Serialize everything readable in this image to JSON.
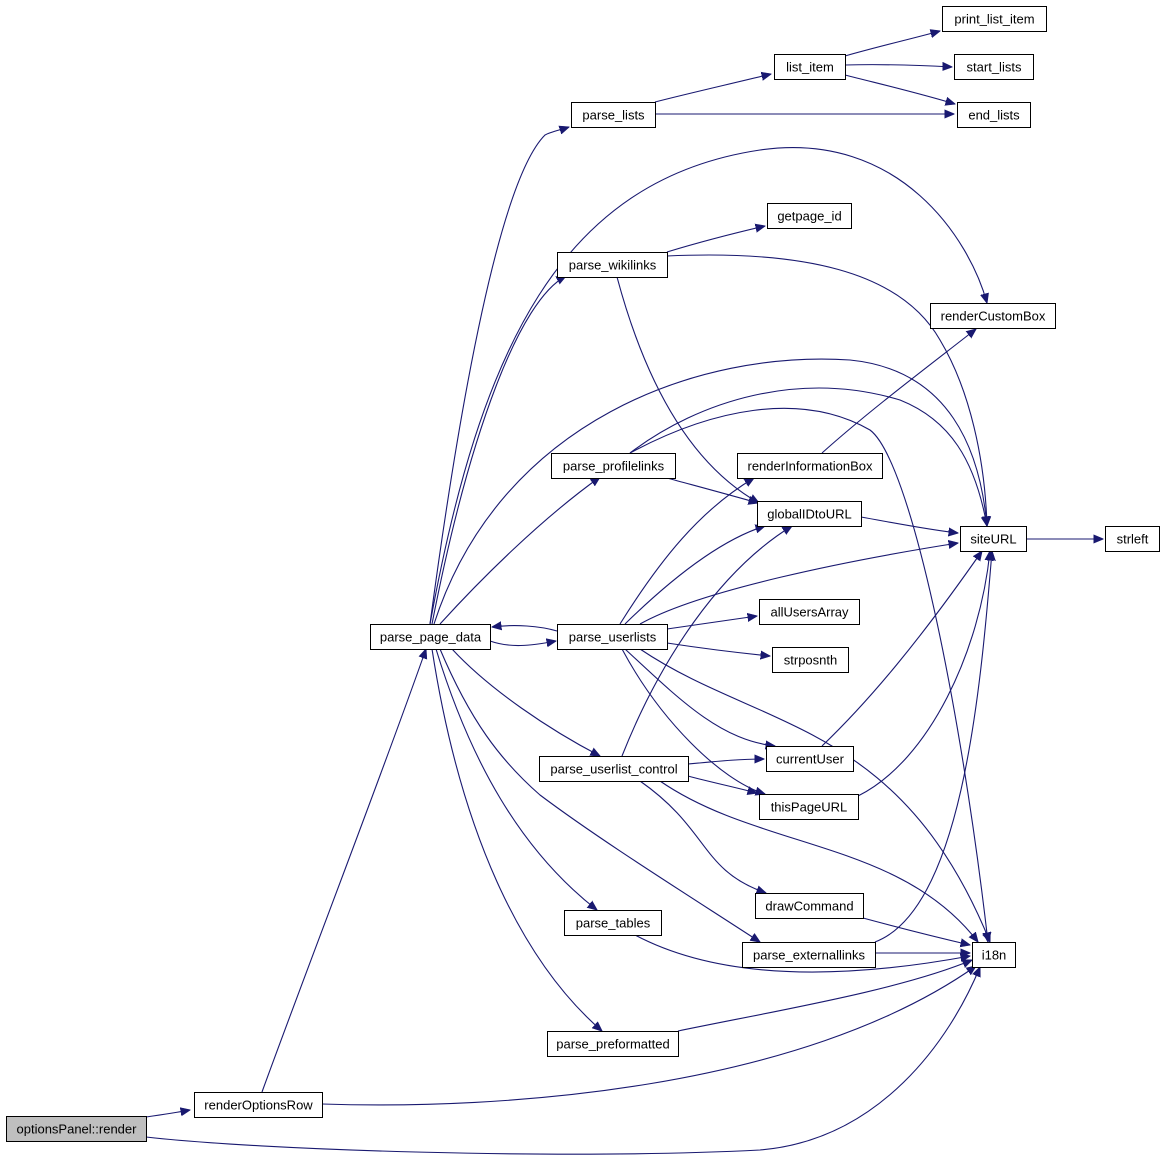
{
  "nodes": [
    {
      "id": "optionsPanel_render",
      "label": "optionsPanel::render",
      "root": true
    },
    {
      "id": "renderOptionsRow",
      "label": "renderOptionsRow"
    },
    {
      "id": "parse_page_data",
      "label": "parse_page_data"
    },
    {
      "id": "parse_lists",
      "label": "parse_lists"
    },
    {
      "id": "list_item",
      "label": "list_item"
    },
    {
      "id": "print_list_item",
      "label": "print_list_item"
    },
    {
      "id": "start_lists",
      "label": "start_lists"
    },
    {
      "id": "end_lists",
      "label": "end_lists"
    },
    {
      "id": "getpage_id",
      "label": "getpage_id"
    },
    {
      "id": "parse_wikilinks",
      "label": "parse_wikilinks"
    },
    {
      "id": "renderCustomBox",
      "label": "renderCustomBox"
    },
    {
      "id": "parse_profilelinks",
      "label": "parse_profilelinks"
    },
    {
      "id": "renderInformationBox",
      "label": "renderInformationBox"
    },
    {
      "id": "globalIDtoURL",
      "label": "globalIDtoURL"
    },
    {
      "id": "siteURL",
      "label": "siteURL"
    },
    {
      "id": "strleft",
      "label": "strleft"
    },
    {
      "id": "parse_userlists",
      "label": "parse_userlists"
    },
    {
      "id": "allUsersArray",
      "label": "allUsersArray"
    },
    {
      "id": "strposnth",
      "label": "strposnth"
    },
    {
      "id": "parse_userlist_control",
      "label": "parse_userlist_control"
    },
    {
      "id": "currentUser",
      "label": "currentUser"
    },
    {
      "id": "thisPageURL",
      "label": "thisPageURL"
    },
    {
      "id": "drawCommand",
      "label": "drawCommand"
    },
    {
      "id": "parse_tables",
      "label": "parse_tables"
    },
    {
      "id": "parse_externallinks",
      "label": "parse_externallinks"
    },
    {
      "id": "i18n",
      "label": "i18n"
    },
    {
      "id": "parse_preformatted",
      "label": "parse_preformatted"
    }
  ],
  "edges": [
    [
      "optionsPanel_render",
      "renderOptionsRow"
    ],
    [
      "optionsPanel_render",
      "i18n"
    ],
    [
      "renderOptionsRow",
      "parse_page_data"
    ],
    [
      "renderOptionsRow",
      "i18n"
    ],
    [
      "parse_page_data",
      "parse_lists"
    ],
    [
      "parse_page_data",
      "renderCustomBox"
    ],
    [
      "parse_page_data",
      "parse_wikilinks"
    ],
    [
      "parse_page_data",
      "siteURL"
    ],
    [
      "parse_page_data",
      "parse_profilelinks"
    ],
    [
      "parse_page_data",
      "parse_userlists"
    ],
    [
      "parse_page_data",
      "parse_userlist_control"
    ],
    [
      "parse_page_data",
      "parse_tables"
    ],
    [
      "parse_page_data",
      "parse_externallinks"
    ],
    [
      "parse_page_data",
      "parse_preformatted"
    ],
    [
      "parse_lists",
      "list_item"
    ],
    [
      "parse_lists",
      "end_lists"
    ],
    [
      "list_item",
      "print_list_item"
    ],
    [
      "list_item",
      "start_lists"
    ],
    [
      "list_item",
      "end_lists"
    ],
    [
      "parse_wikilinks",
      "getpage_id"
    ],
    [
      "parse_wikilinks",
      "siteURL"
    ],
    [
      "parse_wikilinks",
      "globalIDtoURL"
    ],
    [
      "parse_profilelinks",
      "globalIDtoURL"
    ],
    [
      "parse_profilelinks",
      "siteURL"
    ],
    [
      "parse_profilelinks",
      "i18n"
    ],
    [
      "renderInformationBox",
      "renderCustomBox"
    ],
    [
      "globalIDtoURL",
      "siteURL"
    ],
    [
      "siteURL",
      "strleft"
    ],
    [
      "parse_userlists",
      "parse_page_data"
    ],
    [
      "parse_userlists",
      "renderInformationBox"
    ],
    [
      "parse_userlists",
      "globalIDtoURL"
    ],
    [
      "parse_userlists",
      "siteURL"
    ],
    [
      "parse_userlists",
      "allUsersArray"
    ],
    [
      "parse_userlists",
      "strposnth"
    ],
    [
      "parse_userlists",
      "currentUser"
    ],
    [
      "parse_userlists",
      "thisPageURL"
    ],
    [
      "parse_userlists",
      "i18n"
    ],
    [
      "parse_userlist_control",
      "globalIDtoURL"
    ],
    [
      "parse_userlist_control",
      "currentUser"
    ],
    [
      "parse_userlist_control",
      "thisPageURL"
    ],
    [
      "parse_userlist_control",
      "drawCommand"
    ],
    [
      "parse_userlist_control",
      "i18n"
    ],
    [
      "currentUser",
      "siteURL"
    ],
    [
      "thisPageURL",
      "siteURL"
    ],
    [
      "drawCommand",
      "i18n"
    ],
    [
      "parse_tables",
      "i18n"
    ],
    [
      "parse_externallinks",
      "siteURL"
    ],
    [
      "parse_externallinks",
      "i18n"
    ],
    [
      "parse_preformatted",
      "i18n"
    ]
  ],
  "colors": {
    "edge": "#191970",
    "node_border": "#000000",
    "node_fill": "#ffffff",
    "root_fill": "#bfbfbf"
  }
}
